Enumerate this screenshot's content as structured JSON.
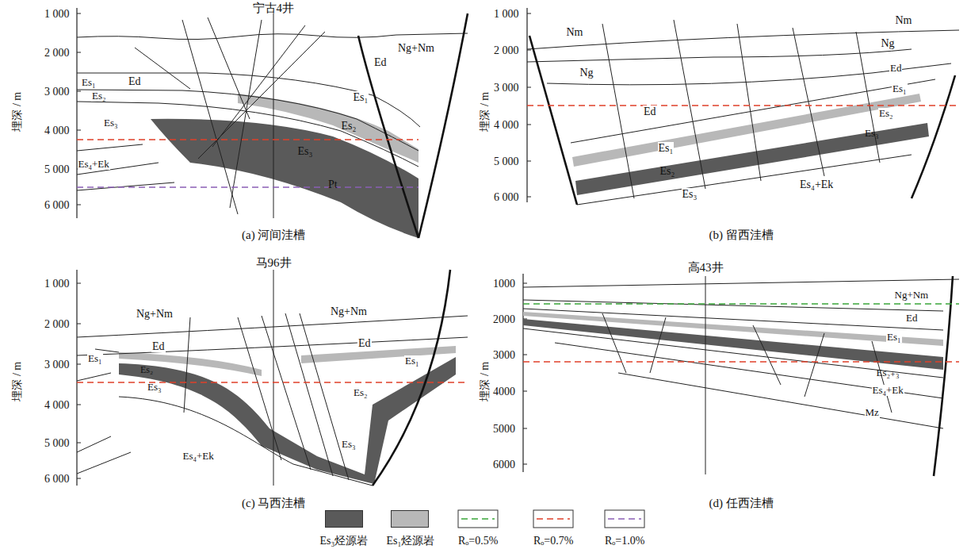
{
  "diagram": {
    "labels": [
      "宁古4井",
      "1 000",
      "2 000",
      "3 000",
      "4 000",
      "5 000",
      "6 000",
      "埋深 / m",
      "Ng+Nm",
      "Ed",
      "Ed",
      "Es₁",
      "Es₂",
      "Es₃",
      "Es₄+Ek",
      "Es₁",
      "Es₂",
      "Es₃",
      "Pt",
      "(a) 河间洼槽",
      "1 000",
      "2 000",
      "3 000",
      "4 000",
      "5 000",
      "6 000",
      "埋深 / m",
      "Nm",
      "Nm",
      "Ng",
      "Ng",
      "Ed",
      "Ed",
      "Es₁",
      "Es₂",
      "Es₃",
      "Es₁",
      "Es₂",
      "Es₃",
      "Es₄+Ek",
      "(b) 留西洼槽",
      "马96井",
      "1 000",
      "2 000",
      "3 000",
      "4 000",
      "5 000",
      "6 000",
      "埋深 / m",
      "Ng+Nm",
      "Ng+Nm",
      "Ed",
      "Ed",
      "Es₁",
      "Es₂",
      "Es₃",
      "Es₁",
      "Es₂",
      "Es₃",
      "Es₄+Ek",
      "(c) 马西洼槽",
      "高43井",
      "1000",
      "2000",
      "3000",
      "4000",
      "5000",
      "6000",
      "埋深 / m",
      "Ng+Nm",
      "Ed",
      "Es₁",
      "Es₂₊₃",
      "Es₄+Ek",
      "Mz",
      "(d) 任西洼槽"
    ],
    "legend": [
      {
        "text": "Es₃烃源岩",
        "color": "#5a5a5a"
      },
      {
        "text": "Es₁烃源岩",
        "color": "#b8b8b8"
      },
      {
        "text": "Rₒ=0.5%"
      },
      {
        "text": "Rₒ=0.7%"
      },
      {
        "text": "Rₒ=1.0%"
      }
    ]
  }
}
